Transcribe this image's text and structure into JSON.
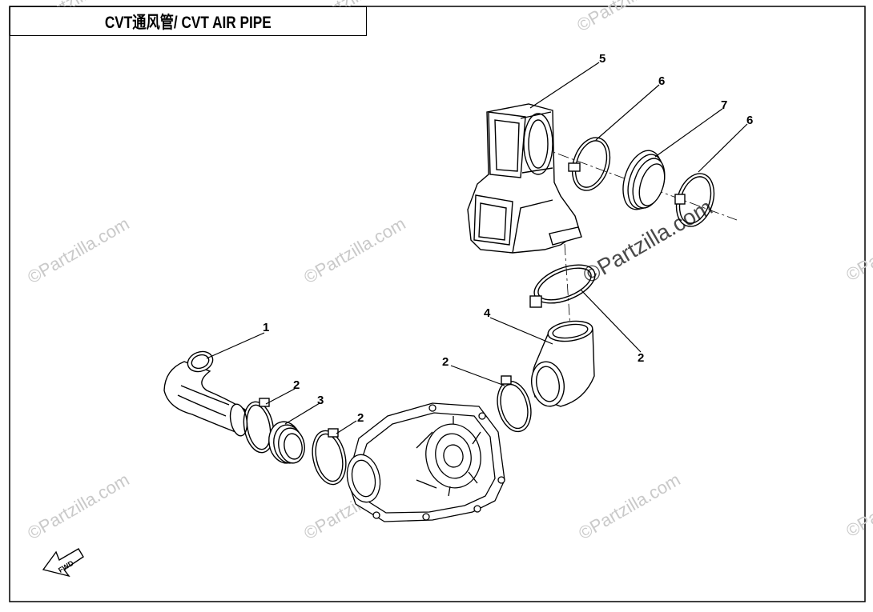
{
  "title": "CVT通风管/ CVT AIR PIPE",
  "watermark": "©Partzilla.com",
  "direction_label": "FWD",
  "callouts": [
    "1",
    "2",
    "2",
    "3",
    "2",
    "2",
    "4",
    "2",
    "5",
    "6",
    "7",
    "6"
  ],
  "colors": {
    "line": "#000000",
    "watermark": "#c9c9c9",
    "background": "#ffffff"
  }
}
